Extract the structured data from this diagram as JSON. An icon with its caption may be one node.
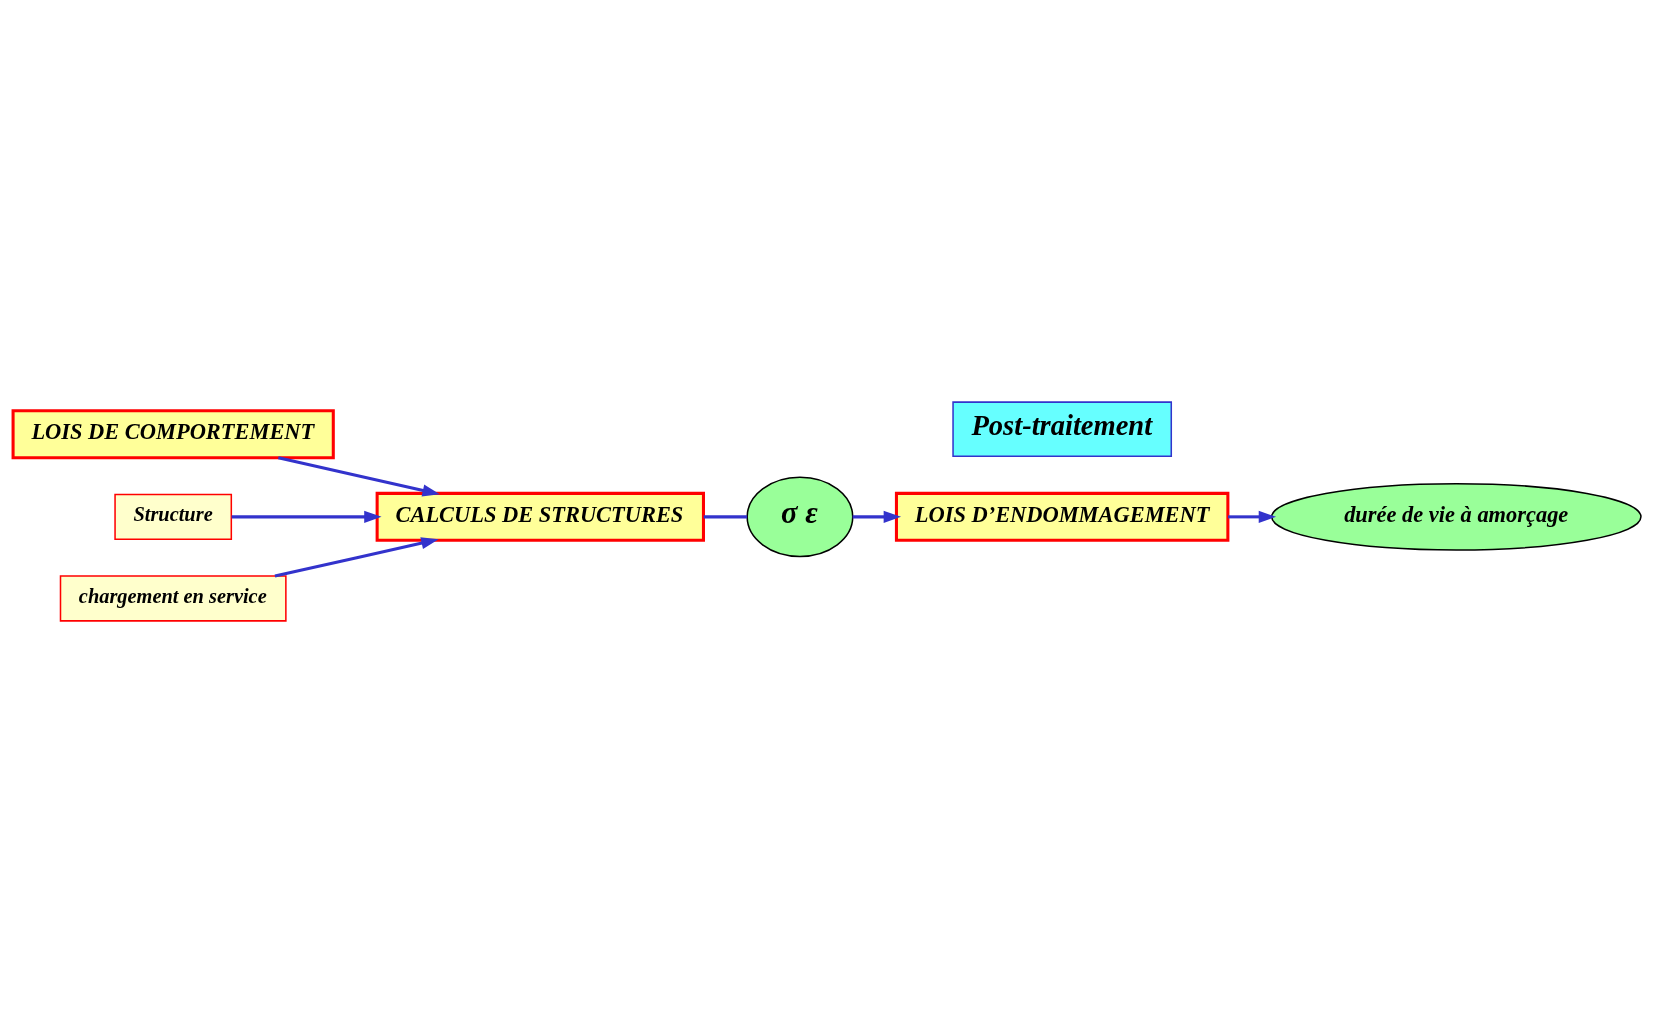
{
  "diagram": {
    "nodes": [
      {
        "text": [
          "LOIS DE COMPORTEMENT"
        ]
      },
      {
        "text": [
          "Structure"
        ]
      },
      {
        "text": [
          "CALCULS DE STRUCTURES"
        ]
      },
      {
        "text": [
          "chargement en service"
        ]
      },
      {
        "text": [
          "σ ε"
        ]
      },
      {
        "text": [
          "LOIS D’ENDOMMAGEMENT"
        ]
      },
      {
        "text": [
          "durée de vie à amorçage"
        ]
      },
      {
        "text": [
          "Post-traitement"
        ]
      }
    ],
    "edges": [
      {
        "from": 0,
        "to": 2,
        "arrow": "to"
      },
      {
        "from": 1,
        "to": 2,
        "arrow": "to"
      },
      {
        "from": 3,
        "to": 2,
        "arrow": "to"
      },
      {
        "from": 2,
        "to": 4,
        "arrow": "none"
      },
      {
        "from": 4,
        "to": 5,
        "arrow": "to"
      },
      {
        "from": 5,
        "to": 6,
        "arrow": "to"
      }
    ]
  }
}
